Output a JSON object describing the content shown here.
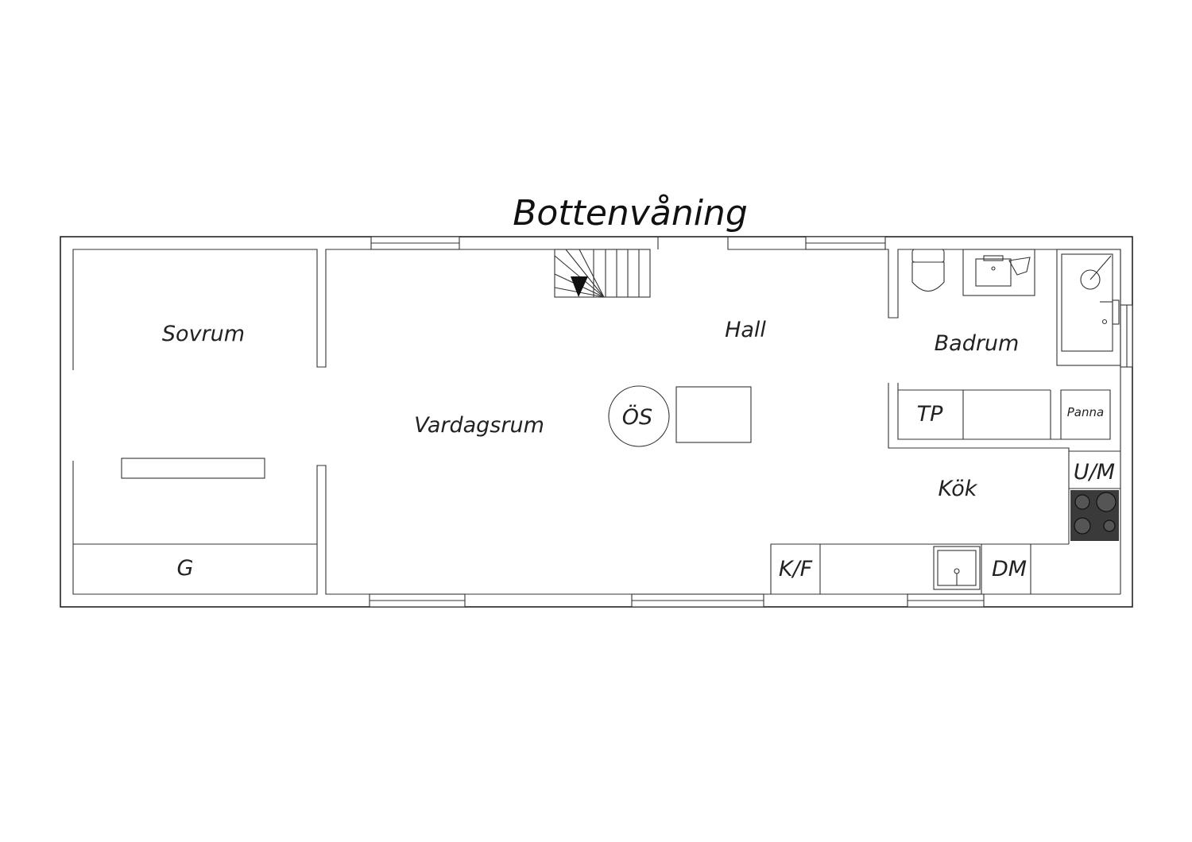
{
  "title": "Bottenvåning",
  "rooms": {
    "sovrum": "Sovrum",
    "hall": "Hall",
    "vardagsrum": "Vardagsrum",
    "badrum": "Badrum",
    "kok": "Kök",
    "g": "G"
  },
  "fixtures": {
    "os": "ÖS",
    "tp": "TP",
    "panna": "Panna",
    "um": "U/M",
    "kf": "K/F",
    "dm": "DM"
  }
}
